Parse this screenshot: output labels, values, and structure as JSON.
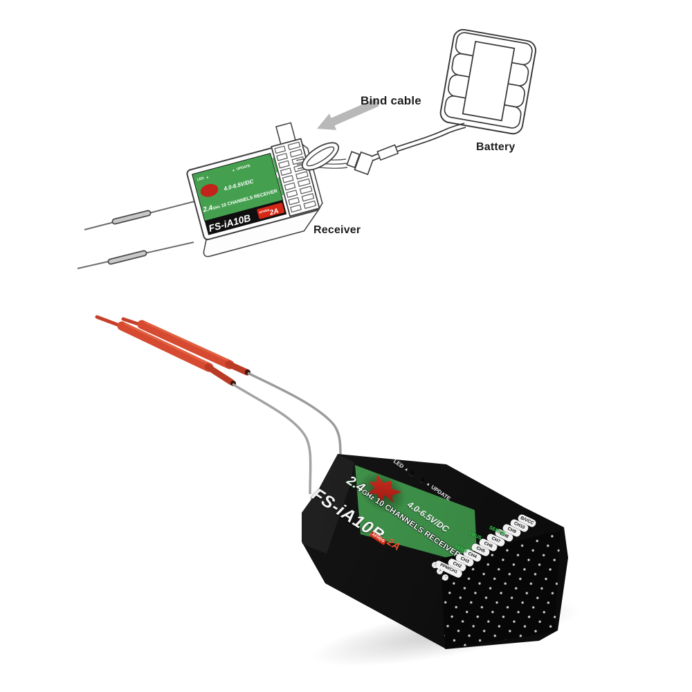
{
  "diagram": {
    "bind_cable_label": "Bind cable",
    "battery_label": "Battery",
    "receiver_caption": "Receiver"
  },
  "receiver": {
    "model": "FS-iA10B",
    "channels_big": "2.4",
    "channels_unit": "GHz",
    "channels_rest": " 10 CHANNELS RECEIVER",
    "voltage": "4.0-6.5V/DC",
    "led_label": "LED",
    "update_label": "UPDATE",
    "triangle": "▲",
    "badge_afhds": "AFHDS",
    "badge_2a": "2A",
    "port_groups": [
      "SENS",
      "i-BUS",
      "SERVO"
    ],
    "pin_labels_top_to_bottom": [
      "B/VCC",
      "CH10",
      "CH9",
      "CH8",
      "CH7",
      "CH6",
      "CH5",
      "CH4",
      "CH3",
      "CH2",
      "PPM/CH1"
    ],
    "pin_symbols": [
      "⎍",
      "+",
      "−"
    ]
  },
  "colors": {
    "label_green": "#449a50",
    "logo_red": "#c2231a",
    "badge_red": "#d03018",
    "antenna_red": "#d54a30",
    "case_black": "#151515",
    "line_gray": "#3f3f3f",
    "arrow_gray": "#b8b8b8"
  }
}
